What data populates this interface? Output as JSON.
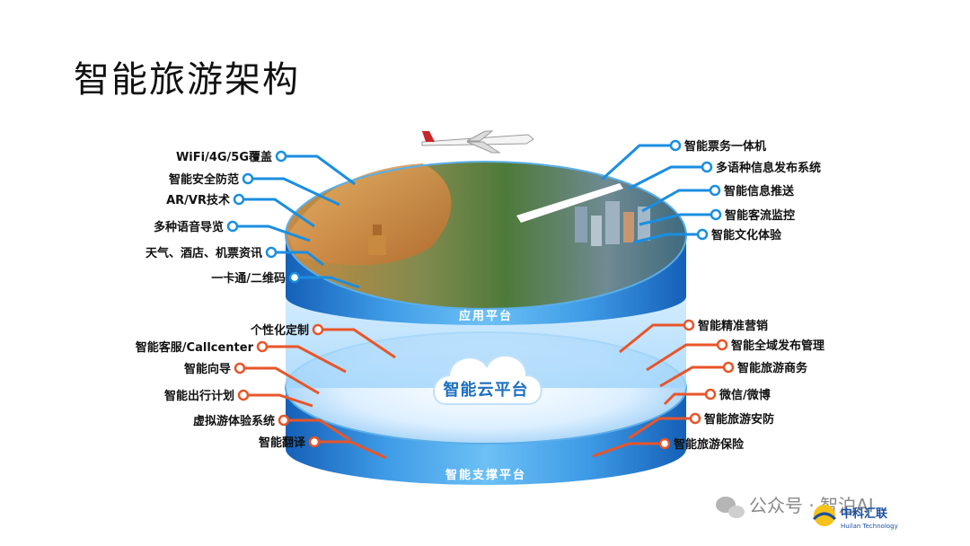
{
  "title": "智能旅游架构",
  "platforms": {
    "application": "应用平台",
    "cloud": "智能云平台",
    "support": "智能支撑平台"
  },
  "top_left_labels": [
    {
      "text": "WiFi/4G/5G覆盖",
      "color": "#111111"
    },
    {
      "text": "智能安全防范",
      "color": "#111111"
    },
    {
      "text": "AR/VR技术",
      "color": "#111111"
    },
    {
      "text": "多种语音导览",
      "color": "#111111"
    },
    {
      "text": "天气、酒店、机票资讯",
      "color": "#111111"
    },
    {
      "text": "一卡通/二维码",
      "color": "#111111"
    }
  ],
  "top_right_labels": [
    {
      "text": "智能票务一体机",
      "color": "#d5231b"
    },
    {
      "text": "多语种信息发布系统",
      "color": "#111111"
    },
    {
      "text": "智能信息推送",
      "color": "#111111"
    },
    {
      "text": "智能客流监控",
      "color": "#111111"
    },
    {
      "text": "智能文化体验",
      "color": "#111111"
    }
  ],
  "bottom_left_labels": [
    {
      "text": "个性化定制",
      "color": "#d5231b"
    },
    {
      "text": "智能客服/Callcenter",
      "color": "#d5231b"
    },
    {
      "text": "智能向导",
      "color": "#d5231b"
    },
    {
      "text": "智能出行计划",
      "color": "#111111"
    },
    {
      "text": "虚拟游体验系统",
      "color": "#111111"
    },
    {
      "text": "智能翻译",
      "color": "#111111"
    }
  ],
  "bottom_right_labels": [
    {
      "text": "智能精准营销",
      "color": "#d5231b"
    },
    {
      "text": "智能全域发布管理",
      "color": "#d5231b"
    },
    {
      "text": "智能旅游商务",
      "color": "#d5231b"
    },
    {
      "text": "微信/微博",
      "color": "#111111"
    },
    {
      "text": "智能旅游安防",
      "color": "#111111"
    },
    {
      "text": "智能旅游保险",
      "color": "#111111"
    }
  ],
  "watermark": {
    "wechat_text": "公众号 · 智泊AI",
    "logo_cn": "中科汇联",
    "logo_en": "Huilan Technology"
  },
  "colors": {
    "connector_blue": "#1a8ee0",
    "connector_red": "#e8552a",
    "label_red": "#d5231b",
    "cylinder_blue": "#1f7fd8"
  }
}
